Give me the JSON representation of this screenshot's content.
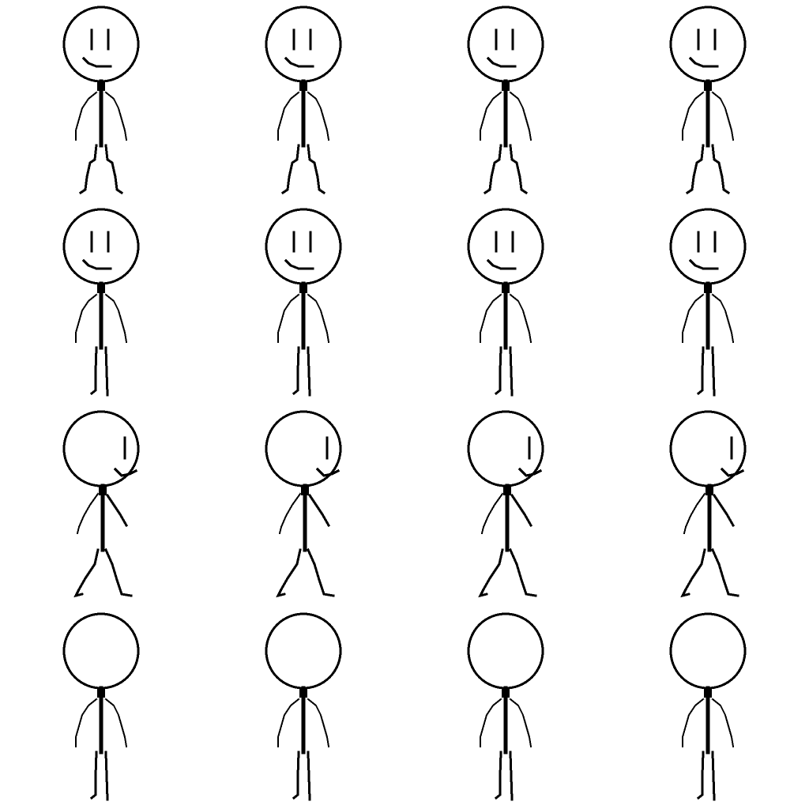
{
  "sprite_sheet": {
    "background": "#ffffff",
    "ink_color": "#000000",
    "rows": [
      {
        "animation": "idle-front",
        "facing": "front",
        "face": "smile",
        "legs": "spread",
        "frames": 4
      },
      {
        "animation": "idle-front-breathe",
        "facing": "front",
        "face": "smile",
        "legs": "together",
        "frames": 4
      },
      {
        "animation": "walk-right",
        "facing": "right",
        "face": "profile-smile",
        "legs": "stride",
        "frames": 4
      },
      {
        "animation": "idle-back",
        "facing": "back",
        "face": "none",
        "legs": "together",
        "frames": 4
      }
    ]
  }
}
